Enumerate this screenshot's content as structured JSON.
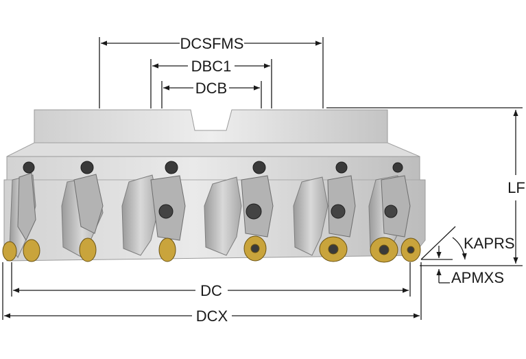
{
  "labels": {
    "dcsfms": "DCSFMS",
    "dbc1": "DBC1",
    "dcb": "DCB",
    "lf": "LF",
    "kaprs": "KAPRS",
    "apmxs": "APMXS",
    "dc": "DC",
    "dcx": "DCX"
  },
  "colors": {
    "body_light": "#e6e6e6",
    "body_mid": "#bdbdbd",
    "body_dark": "#8c8c8c",
    "insert_gold": "#c9a43c",
    "screw_dark": "#3a3a3a",
    "line": "#1a1a1a"
  }
}
